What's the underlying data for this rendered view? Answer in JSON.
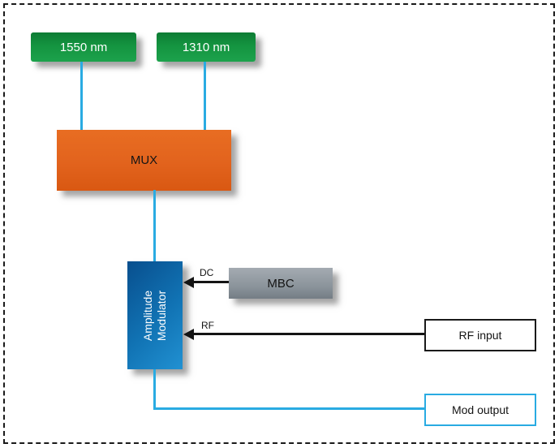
{
  "diagram": {
    "sources": [
      {
        "label": "1550 nm"
      },
      {
        "label": "1310 nm"
      }
    ],
    "mux": {
      "label": "MUX"
    },
    "modulator": {
      "label_line1": "Amplitude",
      "label_line2": "Modulator"
    },
    "mbc": {
      "label": "MBC"
    },
    "signals": {
      "dc": "DC",
      "rf": "RF"
    },
    "rf_input": {
      "label": "RF input"
    },
    "mod_output": {
      "label": "Mod output"
    },
    "colors": {
      "fiber": "#29abe2",
      "source_green": "#149440",
      "mux_orange": "#e2631d",
      "modulator_blue": "#1173b4",
      "mbc_gray": "#8b949b",
      "wire_black": "#141414"
    }
  }
}
